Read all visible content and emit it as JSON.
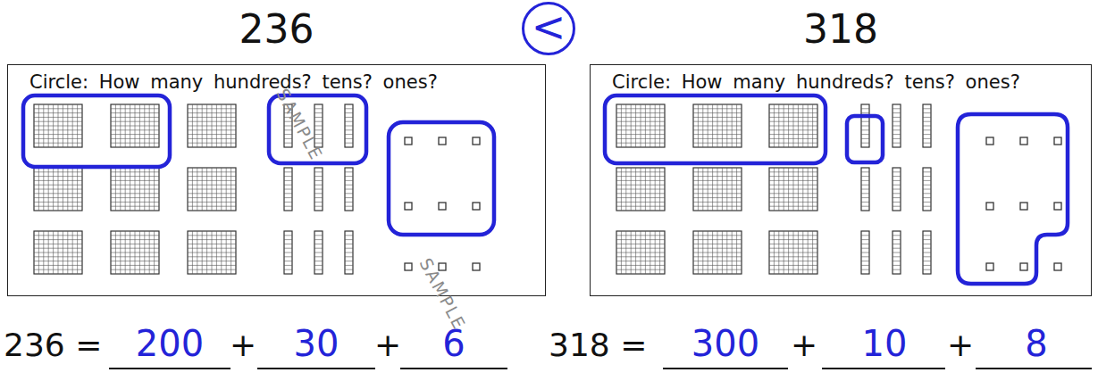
{
  "diagram": {
    "nodes": [
      {
        "text": [
          "236",
          "Circle: How many hundreds? tens? ones?"
        ]
      },
      {
        "text": [
          "<"
        ]
      },
      {
        "text": [
          "318",
          "Circle: How many hundreds? tens? ones?"
        ]
      }
    ],
    "labels": [
      "SAMPLE",
      "SAMPLE",
      "236 =",
      "200",
      "+",
      "30",
      "+",
      "6",
      "318 =",
      "300",
      "+",
      "10",
      "+",
      "8"
    ]
  }
}
